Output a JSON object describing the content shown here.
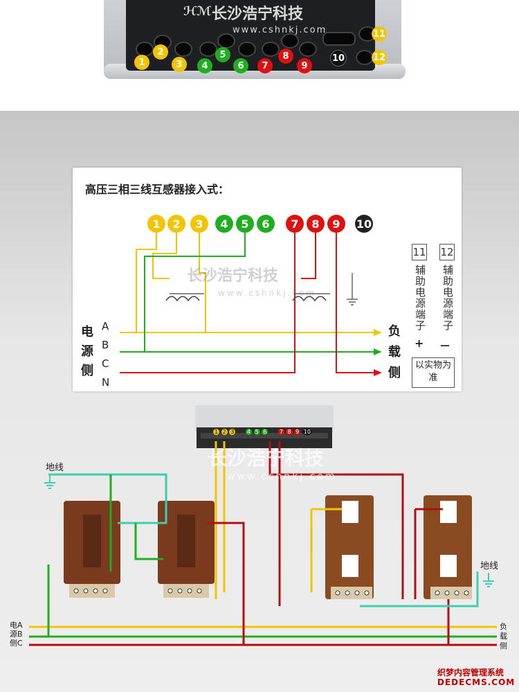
{
  "watermark": {
    "brand": "长沙浩宁科技",
    "url": "www.cshnkj.com"
  },
  "photo_terminals": [
    "1",
    "2",
    "3",
    "4",
    "5",
    "6",
    "7",
    "8",
    "9",
    "10",
    "11",
    "12"
  ],
  "colors": {
    "yellow": "#f2c500",
    "green": "#1fae1f",
    "red": "#e01010",
    "black": "#222222"
  },
  "card": {
    "title": "高压三相三线互感器接入式：",
    "terminals": [
      "1",
      "2",
      "3",
      "4",
      "5",
      "6",
      "7",
      "8",
      "9",
      "10"
    ],
    "source_side": [
      "电",
      "源",
      "侧"
    ],
    "load_side": [
      "负",
      "载",
      "侧"
    ],
    "phases": [
      "A",
      "B",
      "C",
      "N"
    ],
    "aux": [
      {
        "num": "11",
        "label": "辅助电源端子",
        "sign": "+"
      },
      {
        "num": "12",
        "label": "辅助电源端子",
        "sign": "－"
      }
    ],
    "note": "以实物为准"
  },
  "wiring": {
    "ground_labels": [
      "地线",
      "地线"
    ],
    "left_labels": [
      "电A",
      "源B",
      "侧C"
    ],
    "right_labels": [
      "负",
      "载",
      "侧"
    ],
    "meter_tags": [
      "1",
      "2",
      "3",
      "4",
      "5",
      "6",
      "7",
      "8",
      "9",
      "10"
    ]
  },
  "footer": {
    "line1": "织梦内容管理系统",
    "line2": "DEDECMS.COM"
  }
}
